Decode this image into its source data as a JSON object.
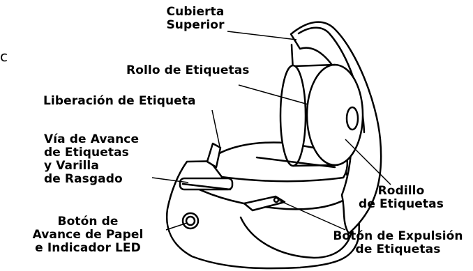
{
  "edge_letter": "c",
  "labels": {
    "top_cover": [
      "Cubierta",
      "Superior"
    ],
    "label_roll": "Rollo de Etiquetas",
    "label_release": "Liberación de Etiqueta",
    "feed_path": [
      "Vía de Avance",
      "de Etiquetas",
      "y Varilla",
      "de Rasgado"
    ],
    "feed_button": [
      "Botón de",
      "Avance de Papel",
      "e Indicador LED"
    ],
    "spool": [
      "Rodillo",
      "de Etiquetas"
    ],
    "eject_button": [
      "Botón de Expulsión",
      "de Etiquetas"
    ]
  }
}
